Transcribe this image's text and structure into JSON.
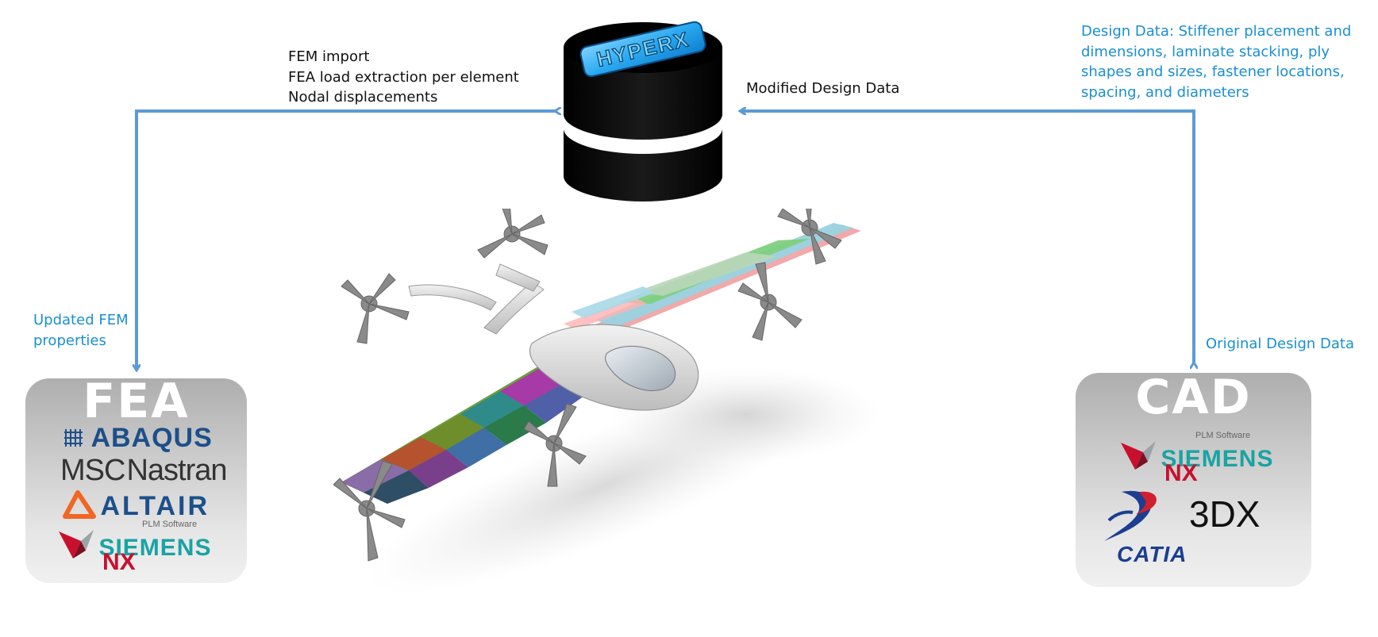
{
  "top_left_label": {
    "line1": "FEM import",
    "line2": "FEA load extraction per element",
    "line3": "Nodal displacements"
  },
  "center_label": "Modified Design Data",
  "top_right_label": {
    "line1": "Design Data: Stiffener placement and",
    "line2": "dimensions, laminate stacking, ply",
    "line3": "shapes and sizes, fastener locations,",
    "line4": "spacing, and diameters"
  },
  "left_label": {
    "line1": "Updated FEM",
    "line2": "properties"
  },
  "right_label": "Original Design Data",
  "database": {
    "logo_text": "HYPERX"
  },
  "fea_box": {
    "title": "FEA",
    "abaqus": "ABAQUS",
    "msc": "MSC",
    "nastran": "Nastran",
    "altair": "ALTAIR",
    "plm": "PLM Software",
    "siemens": "SIEMENS",
    "nx": "NX"
  },
  "cad_box": {
    "title": "CAD",
    "plm": "PLM Software",
    "siemens": "SIEMENS",
    "nx": "NX",
    "threedx": "3DX",
    "catia": "CATIA"
  },
  "colors": {
    "arrow": "#5b9bd5",
    "blue_text": "#1a8fd2",
    "db_body": "#000000",
    "siemens_teal": "#1aa3a3",
    "nx_red": "#c8102e",
    "altair_orange": "#f26522"
  },
  "icons": [
    "database-icon",
    "abaqus-icon",
    "altair-icon",
    "siemens-icon",
    "catia-icon",
    "aircraft-illustration"
  ]
}
